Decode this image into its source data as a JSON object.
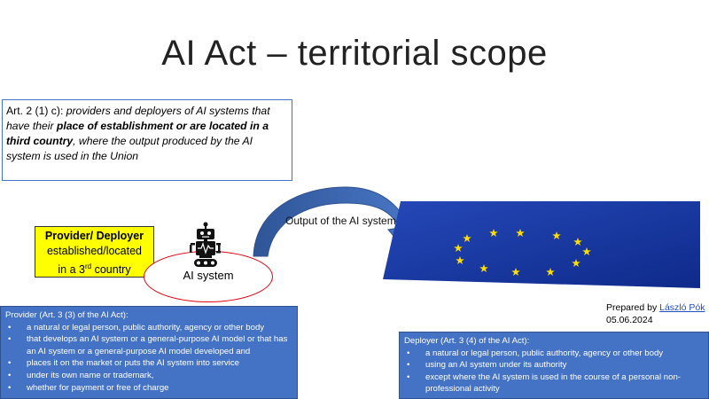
{
  "title": "AI Act – territorial scope",
  "article": {
    "prefix": "Art. 2 (1) c): ",
    "italic1": "providers and deployers of AI systems that have their ",
    "bold": "place of establishment or are located in a third country",
    "italic2": ", where the output produced by the AI system is used in the Union"
  },
  "provider_label": {
    "line1": "Provider/ Deployer",
    "line2": "established/located",
    "line3_pre": "in a 3",
    "line3_sup": "rd",
    "line3_post": " country"
  },
  "ai_system_label": "AI system",
  "output_label": "Output of the AI system",
  "prepared": {
    "prefix": "Prepared by ",
    "author": "László Pók",
    "date": "05.06.2024"
  },
  "provider_def": {
    "heading": "Provider (Art. 3 (3) of the AI Act):",
    "items": [
      "a natural or legal person, public authority, agency or other body",
      "that develops an AI system or a general-purpose AI model or that has an AI system or a general-purpose AI model developed and",
      "places it on the market or puts the AI system into service",
      "under its own name or trademark,",
      "whether for payment or free of charge"
    ]
  },
  "deployer_def": {
    "heading": "Deployer (Art. 3 (4) of the AI Act):",
    "items": [
      "a natural or legal person, public authority, agency or other body",
      "using an AI system under its authority",
      "except where the AI system is used in the course of a personal non-professional activity"
    ]
  },
  "colors": {
    "flag_blue": "#1f3fa8",
    "star_yellow": "#ffdd00",
    "box_blue": "#4472c4",
    "highlight_yellow": "#ffff00",
    "ellipse_red": "#e0000f"
  },
  "icons": [
    "robot-icon",
    "curved-arrow-icon",
    "eu-flag-icon"
  ]
}
